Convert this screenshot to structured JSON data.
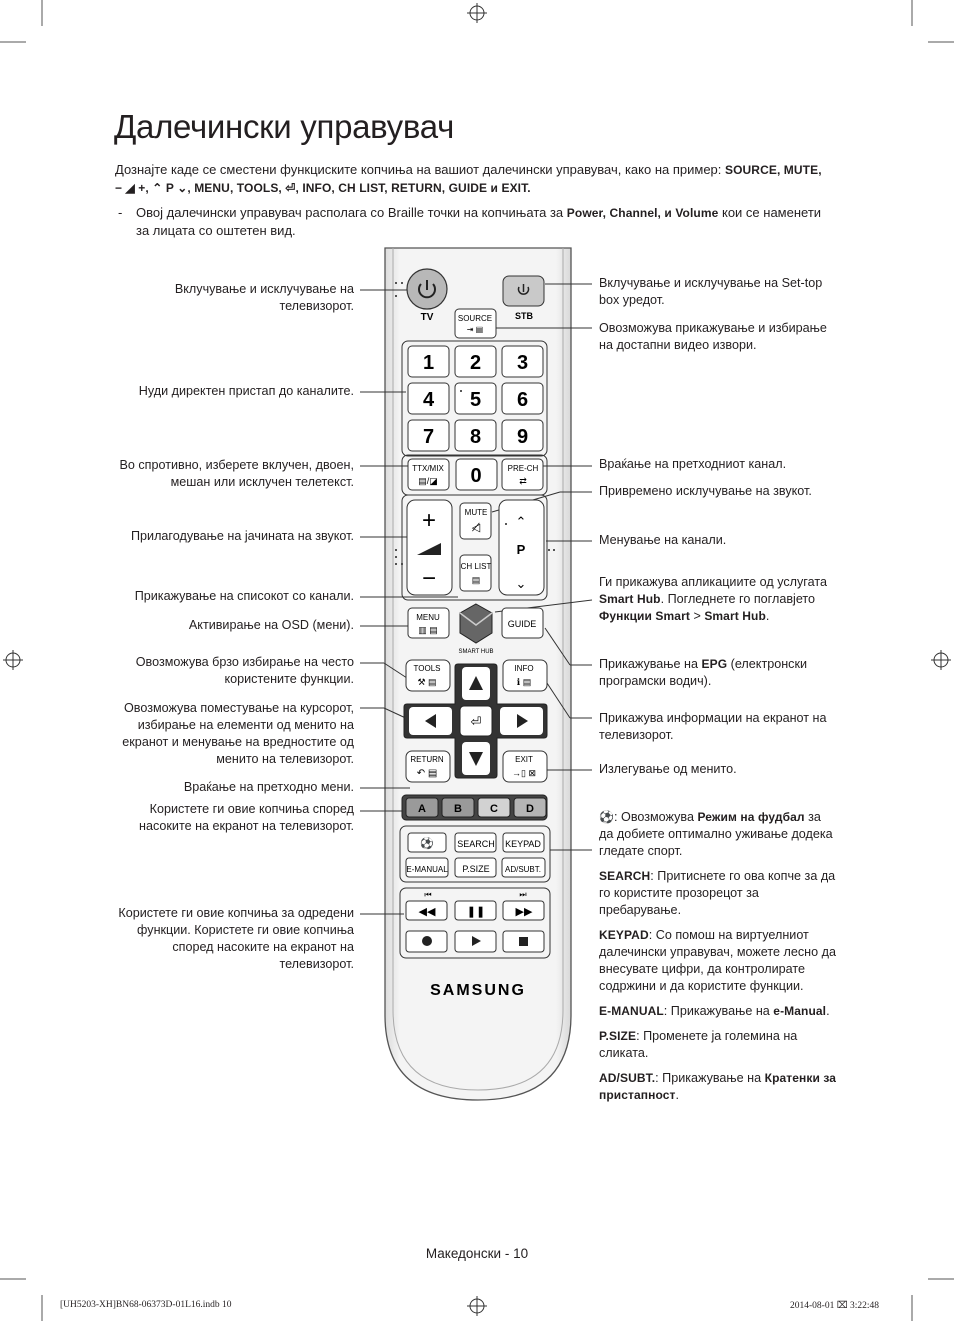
{
  "page": {
    "title": "Далечински управувач",
    "intro_part1": "Дознајте каде се сместени функциските копчиња на вашиот далечински управувач, како на пример: ",
    "intro_items": "SOURCE, MUTE,",
    "intro_line2": "− ◢ +, ⌃ P ⌄, MENU, TOOLS, ⏎, INFO, CH LIST, RETURN, GUIDE и EXIT.",
    "note_dash": "-",
    "note_part1": "Овој далечински управувач располага со Braille точки на копчињата за ",
    "note_bold": "Power, Channel, и Volume",
    "note_part2": " кои се наменети за лицата со оштетен вид.",
    "footer": "Македонски - 10",
    "imprint_left": "[UH5203-XH]BN68-06373D-01L16.indb   10",
    "imprint_right": "2014-08-01   ⌧ 3:22:48"
  },
  "left_labels": [
    "Вклучување и исклучување на телевизорот.",
    "Нуди директен пристап до каналите.",
    "Во спротивно, изберете вклучен, двоен, мешан или исклучен телетекст.",
    "Прилагодување на јачината на звукот.",
    "Прикажување на списокот со канали.",
    "Активирање на OSD (мени).",
    "Овозможува брзо избирање на често користените функции.",
    "Овозможува поместување на курсорот, избирање на елементи од менито на екранот и менување на вредностите од менито на телевизорот.",
    "Враќање на претходно мени.",
    "Користете ги овие копчиња според насоките на екранот на телевизорот.",
    "Користете ги овие копчиња за одредени функции. Користете ги овие копчиња според насоките на екранот на телевизорот."
  ],
  "right_labels": {
    "stb": "Вклучување и исклучување на Set-top box уредот.",
    "source": "Овозможува прикажување и избирање на достапни видео извори.",
    "prech": "Враќање на претходниот канал.",
    "mute": "Привремено исклучување на звукот.",
    "channel": "Менување на канали.",
    "smarthub_a": "Ги прикажува апликациите од услугата ",
    "smarthub_b": "Smart Hub",
    "smarthub_c": ". Погледнете го поглавјето ",
    "smarthub_d": "Функции Smart",
    "smarthub_e": " > ",
    "smarthub_f": "Smart Hub",
    "smarthub_g": ".",
    "guide_a": "Прикажување на ",
    "guide_b": "EPG",
    "guide_c": " (електронски програмски водич).",
    "info": "Прикажува информации на екранот на телевизорот.",
    "exit": "Излегување од менито."
  },
  "functions": [
    {
      "key": "⚽",
      "text_a": ": Овозможува ",
      "bold": "Режим на фудбал",
      "text_b": " за да добиете оптимално уживање додека гледате спорт."
    },
    {
      "key": "SEARCH",
      "text_a": ": Притиснете го ова копче за да го користите прозорецот за пребарување.",
      "bold": "",
      "text_b": ""
    },
    {
      "key": "KEYPAD",
      "text_a": ": Со помош на виртуелниот далечински управувач, можете лесно да внесувате цифри, да контролирате содржини и да користите функции.",
      "bold": "",
      "text_b": ""
    },
    {
      "key": "E-MANUAL",
      "text_a": ": Прикажување на ",
      "bold": "e-Manual",
      "text_b": "."
    },
    {
      "key": "P.SIZE",
      "text_a": ": Променете ја големина на сликата.",
      "bold": "",
      "text_b": ""
    },
    {
      "key": "AD/SUBT.",
      "text_a": ": Прикажување на ",
      "bold": "Кратенки за пристапност",
      "text_b": "."
    }
  ],
  "remote": {
    "brand": "SAMSUNG",
    "tv": "TV",
    "stb": "STB",
    "source": "SOURCE",
    "digits": [
      "1",
      "2",
      "3",
      "4",
      "5",
      "6",
      "7",
      "8",
      "9"
    ],
    "zero": "0",
    "ttx": "TTX/MIX",
    "prech": "PRE-CH",
    "mute": "MUTE",
    "chlist": "CH LIST",
    "p": "P",
    "menu": "MENU",
    "guide": "GUIDE",
    "smarthub": "SMART HUB",
    "tools": "TOOLS",
    "info": "INFO",
    "return": "RETURN",
    "exit": "EXIT",
    "abcd": [
      "A",
      "B",
      "C",
      "D"
    ],
    "search": "SEARCH",
    "keypad": "KEYPAD",
    "emanual": "E-MANUAL",
    "psize": "P.SIZE",
    "adsubt": "AD/SUBT.",
    "colors": {
      "A": "#9a9a9a",
      "B": "#9a9a9a",
      "C": "#d2d2d2",
      "D": "#b5b5b5"
    }
  }
}
